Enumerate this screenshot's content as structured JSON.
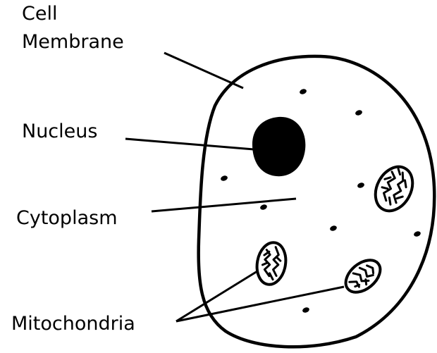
{
  "labels": {
    "cell_membrane_line1": "Cell",
    "cell_membrane_line2": "Membrane",
    "nucleus": "Nucleus",
    "cytoplasm": "Cytoplasm",
    "mitochondria": "Mitochondria"
  },
  "colors": {
    "stroke": "#000000",
    "background": "#ffffff"
  }
}
